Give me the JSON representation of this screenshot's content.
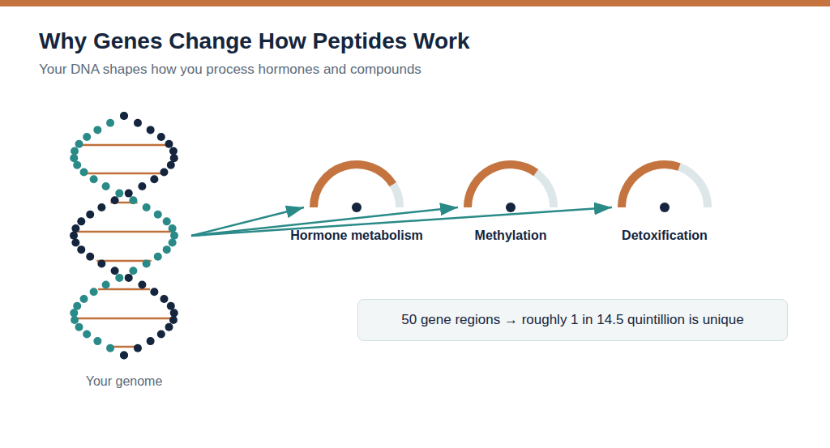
{
  "diagram": {
    "title": "Why Genes Change How Peptides Work",
    "nodes": [
      {
        "text": [
          "Your genome"
        ]
      },
      {
        "text": [
          "Hormone metabolism"
        ]
      },
      {
        "text": [
          "Methylation"
        ]
      },
      {
        "text": [
          "Detoxification"
        ]
      },
      {
        "text": [
          "50 gene regions → roughly 1 in 14.5 quintillion is unique"
        ]
      }
    ],
    "edges": [
      {
        "from": 0,
        "to": 1,
        "arrow": "to"
      },
      {
        "from": 0,
        "to": 2,
        "arrow": "to"
      },
      {
        "from": 0,
        "to": 3,
        "arrow": "to"
      }
    ],
    "labels": [
      "Your DNA shapes how you process hormones and compounds"
    ]
  }
}
